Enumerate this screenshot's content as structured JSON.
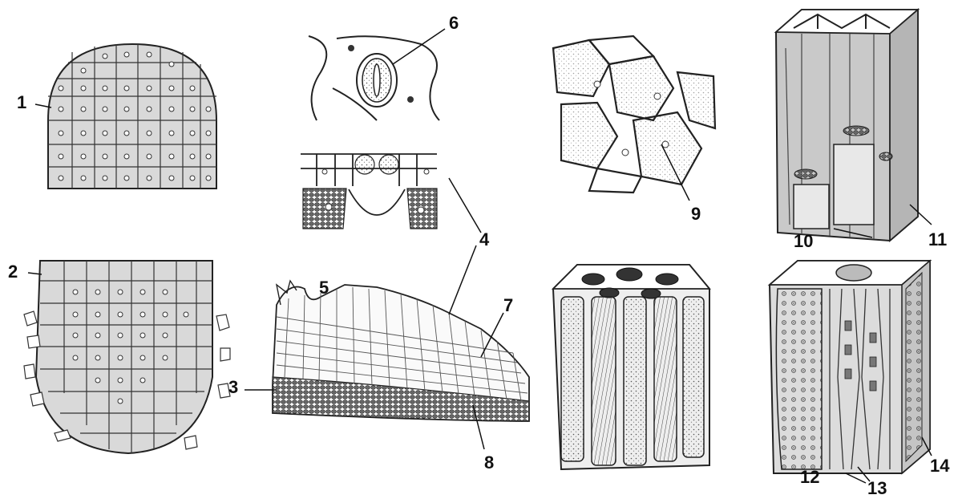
{
  "figure": {
    "background": "#ffffff",
    "ink_color": "#1a1a1a",
    "cell_fill": "#d9d9d9",
    "labels": [
      "1",
      "2",
      "3",
      "4",
      "5",
      "6",
      "7",
      "8",
      "9",
      "10",
      "11",
      "12",
      "13",
      "14"
    ],
    "panels": [
      {
        "id": "apical-meristem-tip",
        "label_refs": [
          "1"
        ]
      },
      {
        "id": "root-tip",
        "label_refs": [
          "2"
        ]
      },
      {
        "id": "stomata-epidermis",
        "label_refs": [
          "6",
          "4"
        ]
      },
      {
        "id": "bark-section",
        "label_refs": [
          "5",
          "7",
          "3",
          "8",
          "4"
        ]
      },
      {
        "id": "collenchyma-section",
        "label_refs": [
          "9"
        ]
      },
      {
        "id": "tracheid-block",
        "label_refs": []
      },
      {
        "id": "sieve-tube-block",
        "label_refs": [
          "10",
          "11"
        ]
      },
      {
        "id": "vessel-block",
        "label_refs": [
          "12",
          "13",
          "14"
        ]
      }
    ]
  }
}
